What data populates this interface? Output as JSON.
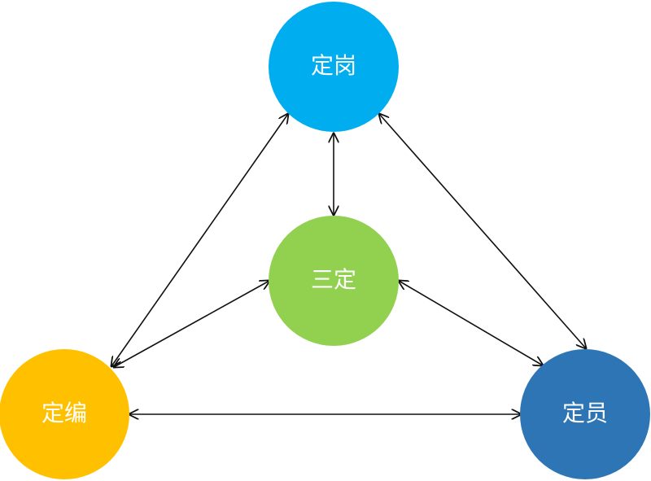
{
  "nodes": {
    "top": {
      "label": "定岗",
      "color": "#00AEEF"
    },
    "center": {
      "label": "三定",
      "color": "#92D050"
    },
    "left": {
      "label": "定编",
      "color": "#FFC000"
    },
    "right": {
      "label": "定员",
      "color": "#2E75B6"
    }
  }
}
